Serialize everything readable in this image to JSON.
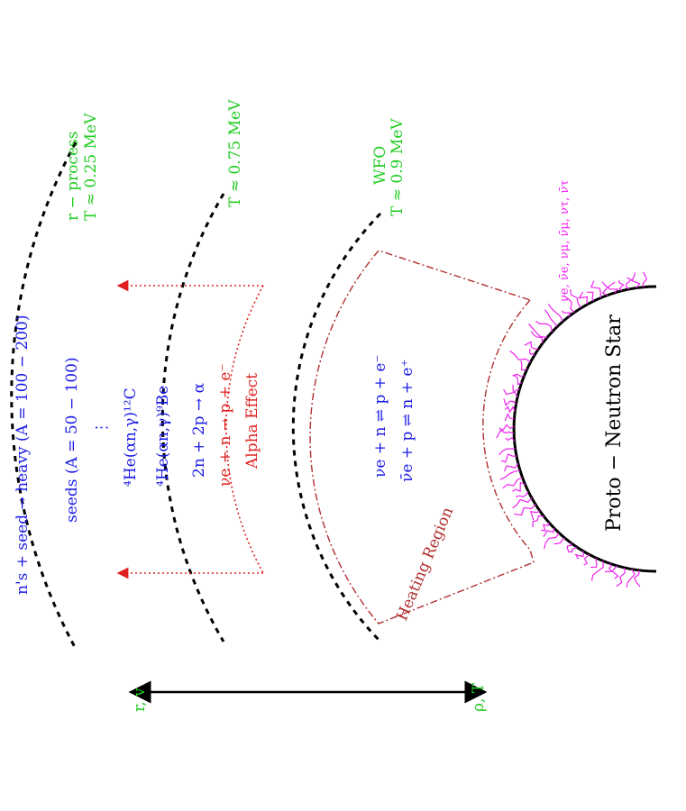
{
  "colors": {
    "blue": "#1a1ae6",
    "green": "#22cc22",
    "red": "#e02020",
    "darkred": "#b03030",
    "magenta": "#ee22ee",
    "black": "#000000"
  },
  "labels": {
    "r_process_name": "r − process",
    "r_process_temp": "T ≈ 0.25 MeV",
    "alpha_temp": "T ≈ 0.75 MeV",
    "wfo_name": "WFO",
    "wfo_temp": "T ≈ 0.9 MeV",
    "neutrino_flux": "νe, ν̄e, νμ, ν̄μ, ντ, ν̄τ",
    "heavy_reaction": "n's + seed → heavy (A = 100 − 200)",
    "seeds": "seeds (A = 50 − 100)",
    "dots": "⋮",
    "he_c12": "⁴He(αn,γ)¹²C",
    "he_be9": "⁴He(αn,γ)⁹Be",
    "alpha_form": "2n + 2p → α",
    "nu_capture": "νe + n → p + e⁻",
    "alpha_effect": "Alpha Effect",
    "nu_n_eq": "νe + n ⇌ p + e⁻",
    "nubar_p_eq": "ν̄e + p ⇌ n + e⁺",
    "heating_region": "Heating Region",
    "star": "Proto − Neutron Star",
    "axis_left": "r, v",
    "axis_right": "ρ, T"
  }
}
